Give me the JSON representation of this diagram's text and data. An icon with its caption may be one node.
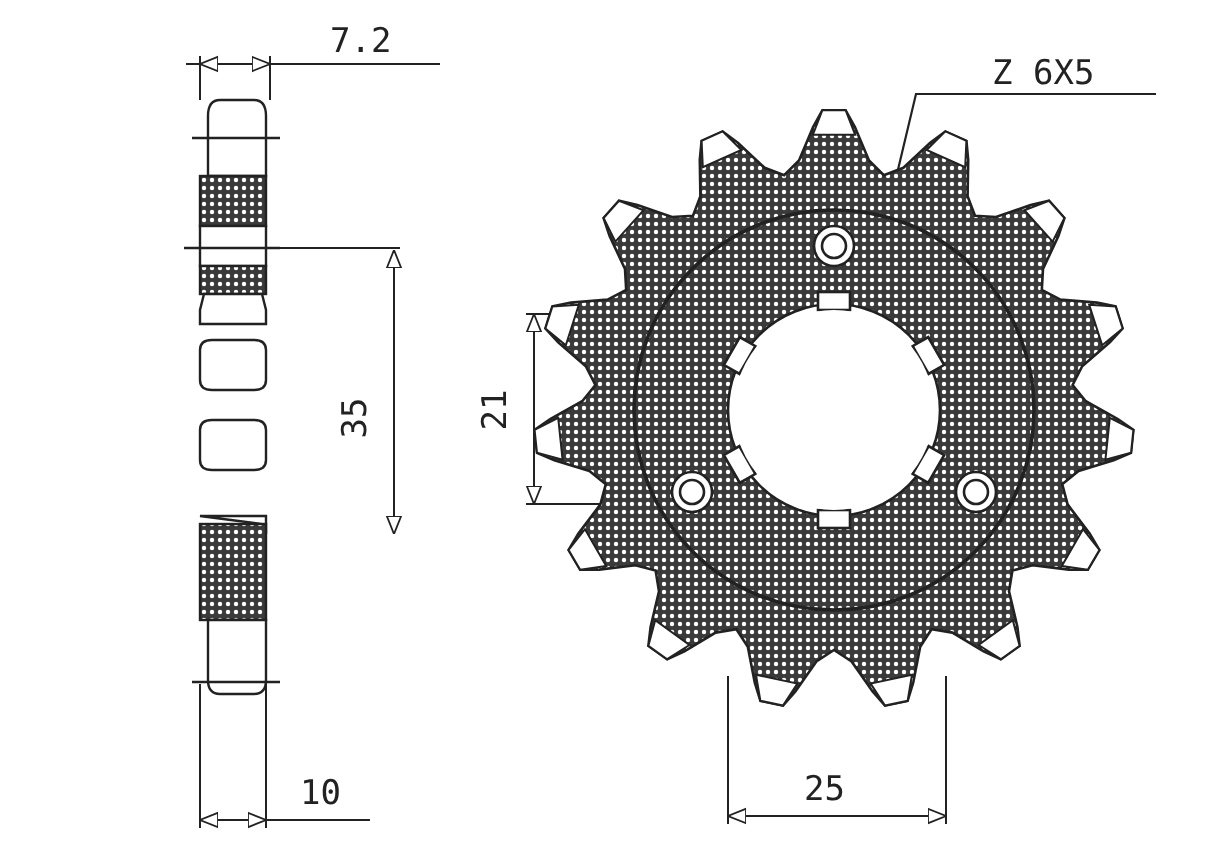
{
  "diagram": {
    "nodes": [
      {
        "text": [
          "Z 6X5"
        ]
      },
      {
        "text": [],
        "shape": "picture"
      }
    ],
    "edges": [
      {
        "from": 0,
        "to": 1,
        "arrow": "none"
      }
    ],
    "labels": [
      "7.2",
      "35",
      "21",
      "10",
      "25"
    ]
  }
}
